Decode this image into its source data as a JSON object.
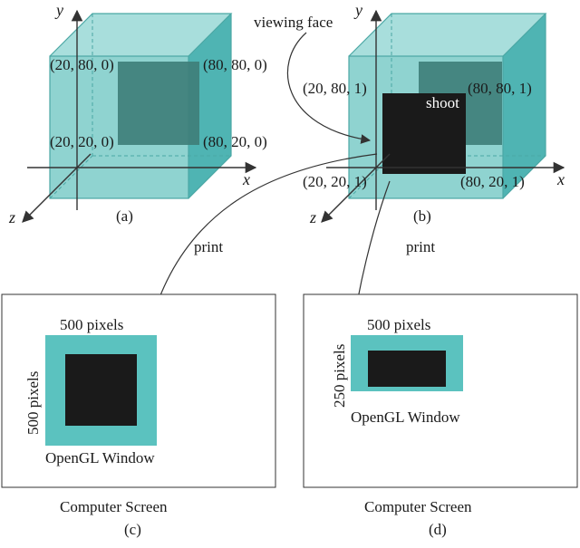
{
  "colors": {
    "cube_face": "#8fd3d0",
    "cube_side": "#4fb4b3",
    "cube_top": "#a8dedc",
    "cube_edge": "#4aa7a4",
    "shadow_square": "#3f7f7a",
    "black_square": "#1a1a1a",
    "teal_window": "#5bc2bf",
    "line": "#333333"
  },
  "panel_a": {
    "axis_x": "x",
    "axis_y": "y",
    "axis_z": "z",
    "corner_tl": "(20, 80, 0)",
    "corner_tr": "(80, 80, 0)",
    "corner_bl": "(20, 20, 0)",
    "corner_br": "(80, 20, 0)",
    "caption": "(a)"
  },
  "panel_b": {
    "axis_x": "x",
    "axis_y": "y",
    "axis_z": "z",
    "viewing_face": "viewing face",
    "shoot": "shoot",
    "corner_tl": "(20, 80, 1)",
    "corner_tr": "(80, 80, 1)",
    "corner_bl": "(20, 20, 1)",
    "corner_br": "(80, 20, 1)",
    "caption": "(b)"
  },
  "print_left": "print",
  "print_right": "print",
  "panel_c": {
    "width_label": "500 pixels",
    "height_label": "500 pixels",
    "window_label": "OpenGL Window",
    "screen_label": "Computer Screen",
    "caption": "(c)"
  },
  "panel_d": {
    "width_label": "500 pixels",
    "height_label": "250 pixels",
    "window_label": "OpenGL Window",
    "screen_label": "Computer Screen",
    "caption": "(d)"
  }
}
